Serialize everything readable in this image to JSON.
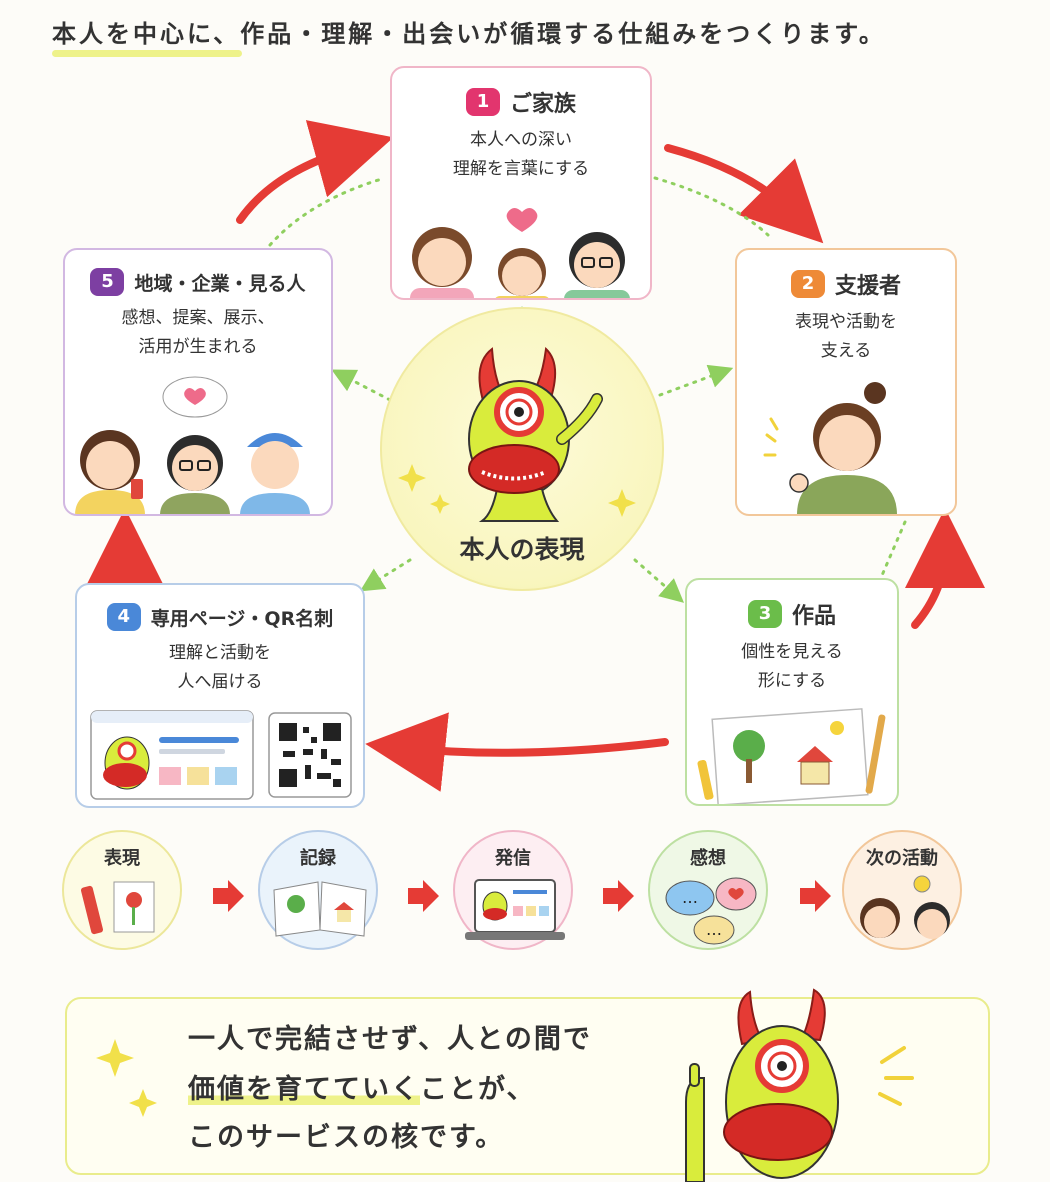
{
  "title": "本人を中心に、作品・理解・出会いが循環する仕組みをつくります。",
  "colors": {
    "family": "#e2356e",
    "supporter": "#ee8a37",
    "works": "#6bbd4a",
    "page": "#4a88d8",
    "community": "#7d3fa2",
    "arrow": "#e53b35",
    "dotted": "#8fcf5f",
    "center": "#f9f6bf"
  },
  "center": {
    "label": "本人の表現"
  },
  "cards": [
    {
      "num": "1",
      "name": "ご家族",
      "lines": [
        "本人への深い",
        "理解を言葉にする"
      ]
    },
    {
      "num": "2",
      "name": "支援者",
      "lines": [
        "表現や活動を",
        "支える"
      ]
    },
    {
      "num": "3",
      "name": "作品",
      "lines": [
        "個性を見える",
        "形にする"
      ]
    },
    {
      "num": "4",
      "name": "専用ページ・QR名刺",
      "lines": [
        "理解と活動を",
        "人へ届ける"
      ]
    },
    {
      "num": "5",
      "name": "地域・企業・見る人",
      "lines": [
        "感想、提案、展示、",
        "活用が生まれる"
      ]
    }
  ],
  "steps": [
    {
      "label": "表現",
      "icon": "crayon-flower-icon"
    },
    {
      "label": "記録",
      "icon": "notebook-icon"
    },
    {
      "label": "発信",
      "icon": "laptop-icon"
    },
    {
      "label": "感想",
      "icon": "speech-bubbles-icon"
    },
    {
      "label": "次の活動",
      "icon": "lightbulb-people-icon"
    }
  ],
  "message": {
    "line1": "一人で完結させず、人との間で",
    "line2_highlight": "価値を育てていく",
    "line2_rest": "ことが、",
    "line3": "このサービスの核です。"
  }
}
